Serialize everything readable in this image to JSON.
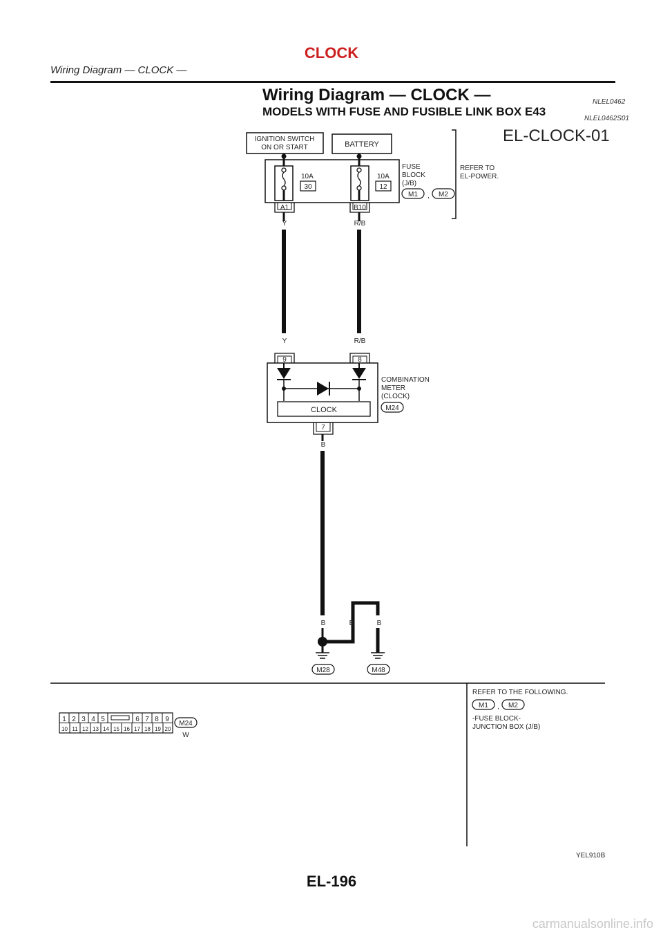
{
  "header": {
    "section": "CLOCK",
    "subtitle": "Wiring Diagram — CLOCK —"
  },
  "document": {
    "title": "Wiring Diagram — CLOCK —",
    "title_ref": "NLEL0462",
    "subtitle": "MODELS WITH FUSE AND FUSIBLE LINK BOX E43",
    "subtitle_ref": "NLEL0462S01"
  },
  "diagram": {
    "id": "EL-CLOCK-01",
    "ignition_switch": [
      "IGNITION SWITCH",
      "ON OR START"
    ],
    "battery": "BATTERY",
    "fuse_left": {
      "rating": "10A",
      "number": "30",
      "terminal": "A1"
    },
    "fuse_right": {
      "rating": "10A",
      "number": "12",
      "terminal": "B10"
    },
    "fuse_block_label": [
      "FUSE",
      "BLOCK",
      "(J/B)"
    ],
    "fuse_block_connectors": [
      "M1",
      "M2"
    ],
    "connector_separator": ",",
    "refer_power": [
      "REFER TO",
      "EL-POWER."
    ],
    "wire_y": "Y",
    "wire_rb": "R/B",
    "wire_b": "B",
    "meter_pins": [
      "9",
      "8",
      "7"
    ],
    "meter_label": [
      "COMBINATION",
      "METER",
      "(CLOCK)"
    ],
    "meter_connector": "M24",
    "clock": "CLOCK",
    "grounds": [
      "M28",
      "M48"
    ],
    "connector_top_row": [
      "1",
      "2",
      "3",
      "4",
      "5",
      "6",
      "7",
      "8",
      "9"
    ],
    "connector_bottom_row": [
      "10",
      "11",
      "12",
      "13",
      "14",
      "15",
      "16",
      "17",
      "18",
      "19",
      "20"
    ],
    "connector_id": "M24",
    "connector_color": "W",
    "refer_following": "REFER TO THE FOLLOWING.",
    "refer_connectors": [
      "M1",
      "M2"
    ],
    "refer_text": [
      "-FUSE BLOCK-",
      "JUNCTION BOX (J/B)"
    ],
    "figure_code": "YEL910B"
  },
  "page": {
    "number": "EL-196",
    "watermark": "carmanualsonline.info"
  }
}
